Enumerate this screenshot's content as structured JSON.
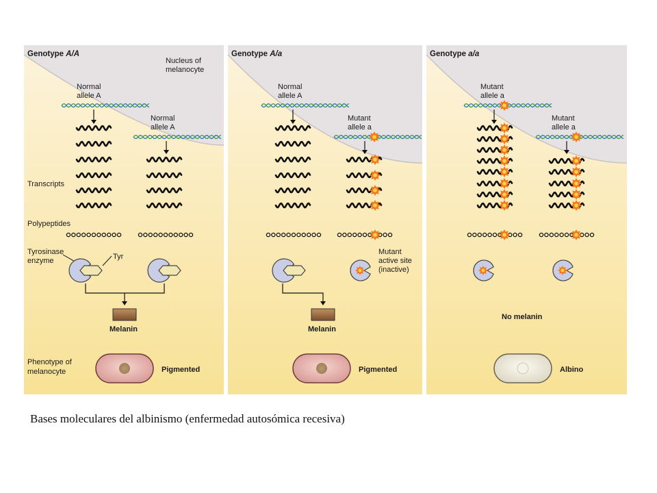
{
  "caption": "Bases moleculares del albinismo (enfermedad autosómica recesiva)",
  "colors": {
    "cytoplasm_top": "#fdf1d6",
    "cytoplasm_bottom": "#f8e49a",
    "nucleus": "#e8e3e4",
    "dna_green": "#3aa04a",
    "dna_blue": "#3a70c0",
    "mutation": "#f27a1e",
    "enzyme": "#c9cde6",
    "substrate": "#f0e7b4",
    "melanin": "#a07040",
    "pigmented_cell": "#e8b4b0",
    "albino_cell": "#eeeade"
  },
  "row_labels": {
    "transcripts": "Transcripts",
    "polypeptides": "Polypeptides",
    "enzyme_line1": "Tyrosinase",
    "enzyme_line2": "enzyme",
    "tyr": "Tyr",
    "phenotype_line1": "Phenotype of",
    "phenotype_line2": "melanocyte",
    "nucleus_line1": "Nucleus of",
    "nucleus_line2": "melanocyte"
  },
  "panels": [
    {
      "genotype_word": "Genotype",
      "genotype_value": "A/A",
      "allele1_line1": "Normal",
      "allele1_line2": "allele A",
      "allele2_line1": "Normal",
      "allele2_line2": "allele A",
      "mutant_label": "",
      "melanin_label": "Melanin",
      "phenotype": "Pigmented"
    },
    {
      "genotype_word": "Genotype",
      "genotype_value": "A/a",
      "allele1_line1": "Normal",
      "allele1_line2": "allele A",
      "allele2_line1": "Mutant",
      "allele2_line2": "allele a",
      "mutant_line1": "Mutant",
      "mutant_line2": "active site",
      "mutant_line3": "(inactive)",
      "melanin_label": "Melanin",
      "phenotype": "Pigmented"
    },
    {
      "genotype_word": "Genotype",
      "genotype_value": "a/a",
      "allele1_line1": "Mutant",
      "allele1_line2": "allele a",
      "allele2_line1": "Mutant",
      "allele2_line2": "allele a",
      "melanin_label": "No melanin",
      "phenotype": "Albino"
    }
  ]
}
